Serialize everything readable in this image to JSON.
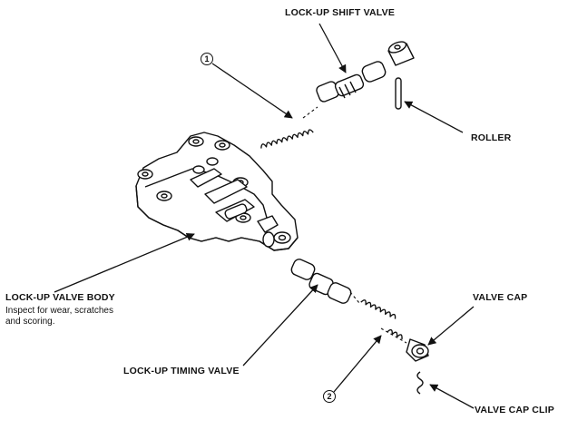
{
  "labels": {
    "lockup_shift_valve": "LOCK-UP SHIFT VALVE",
    "roller": "ROLLER",
    "lockup_valve_body": "LOCK-UP VALVE BODY",
    "valve_body_note_line1": "Inspect for wear, scratches",
    "valve_body_note_line2": "and scoring.",
    "lockup_timing_valve": "LOCK-UP TIMING VALVE",
    "valve_cap": "VALVE CAP",
    "valve_cap_clip": "VALVE CAP CLIP"
  },
  "callouts": {
    "spring_1": "1",
    "spring_2": "2"
  }
}
